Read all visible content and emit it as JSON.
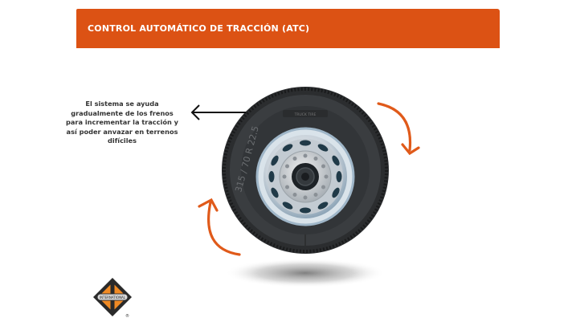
{
  "header": {
    "title": "CONTROL AUTOMÁTICO DE TRACCIÓN (ATC)",
    "color": "#dc5214"
  },
  "caption": {
    "text": "El sistema se ayuda gradualmente de los frenos para incrementar la tracción y así poder anvazar en terrenos difíciles"
  },
  "tire": {
    "size_label": "315 / 70 R 22.5",
    "brand_label": "TRUCK TIRE"
  },
  "arrows": {
    "rotation_color": "#e05a1a",
    "pointer_color": "#111111"
  },
  "logo": {
    "name": "INTERNATIONAL",
    "registered": "®"
  }
}
